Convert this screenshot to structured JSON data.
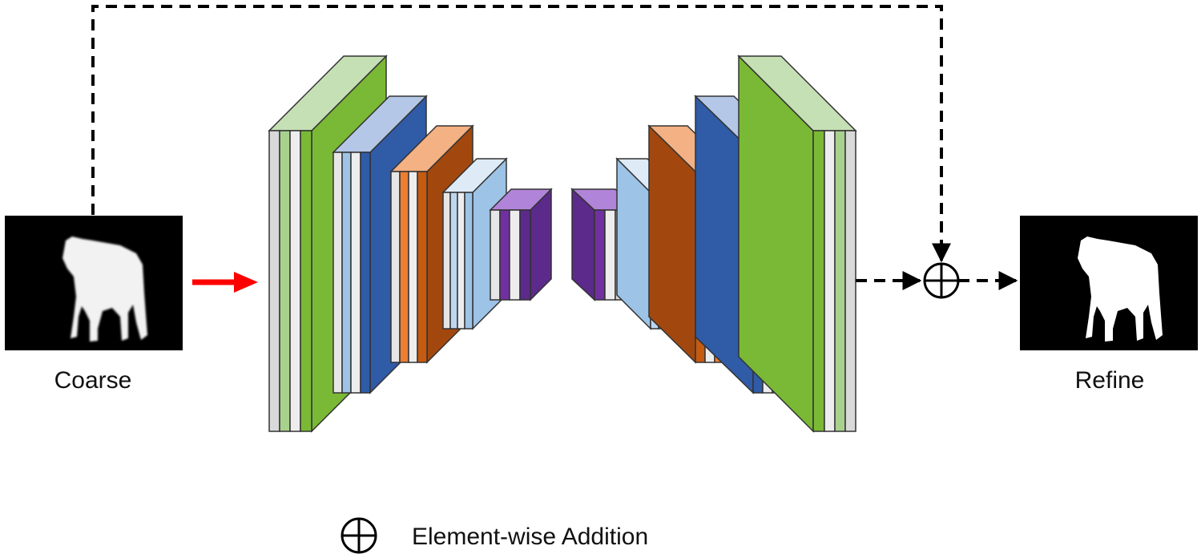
{
  "labels": {
    "input": "Coarse",
    "output": "Refine",
    "legend": "Element-wise Addition"
  },
  "icons": {
    "input_mask": "wolf-silhouette-mask",
    "output_mask": "wolf-silhouette-mask",
    "add_op": "circled-plus-icon",
    "legend_symbol": "circled-plus-icon"
  },
  "colors": {
    "stage1": "#7ab935",
    "stage2": "#2f5ba7",
    "stage3": "#a2480f",
    "stage4": "#9dc3e6",
    "stage5": "#5b2a8a",
    "input_arrow": "#ff0000",
    "mask_background": "#000000",
    "mask_foreground": "#ffffff"
  }
}
